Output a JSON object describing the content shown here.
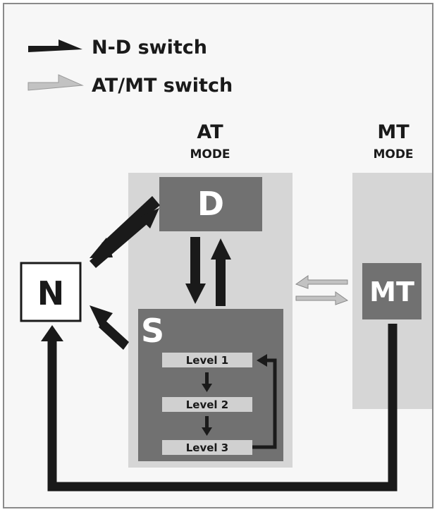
{
  "legend": {
    "nd_switch": "N-D switch",
    "atmt_switch": "AT/MT switch"
  },
  "at_column": {
    "title": "AT",
    "subtitle": "MODE"
  },
  "mt_column": {
    "title": "MT",
    "subtitle": "MODE"
  },
  "states": {
    "d": "D",
    "n": "N",
    "s": "S",
    "mt": "MT"
  },
  "levels": [
    "Level 1",
    "Level 2",
    "Level 3"
  ],
  "colors": {
    "frame_bg": "#f7f7f7",
    "panel": "#d6d6d6",
    "box_dark": "#717171",
    "level_bar": "#d0d0d0",
    "arrow_dark": "#1a1a1a",
    "arrow_light": "#bdbdbd"
  }
}
